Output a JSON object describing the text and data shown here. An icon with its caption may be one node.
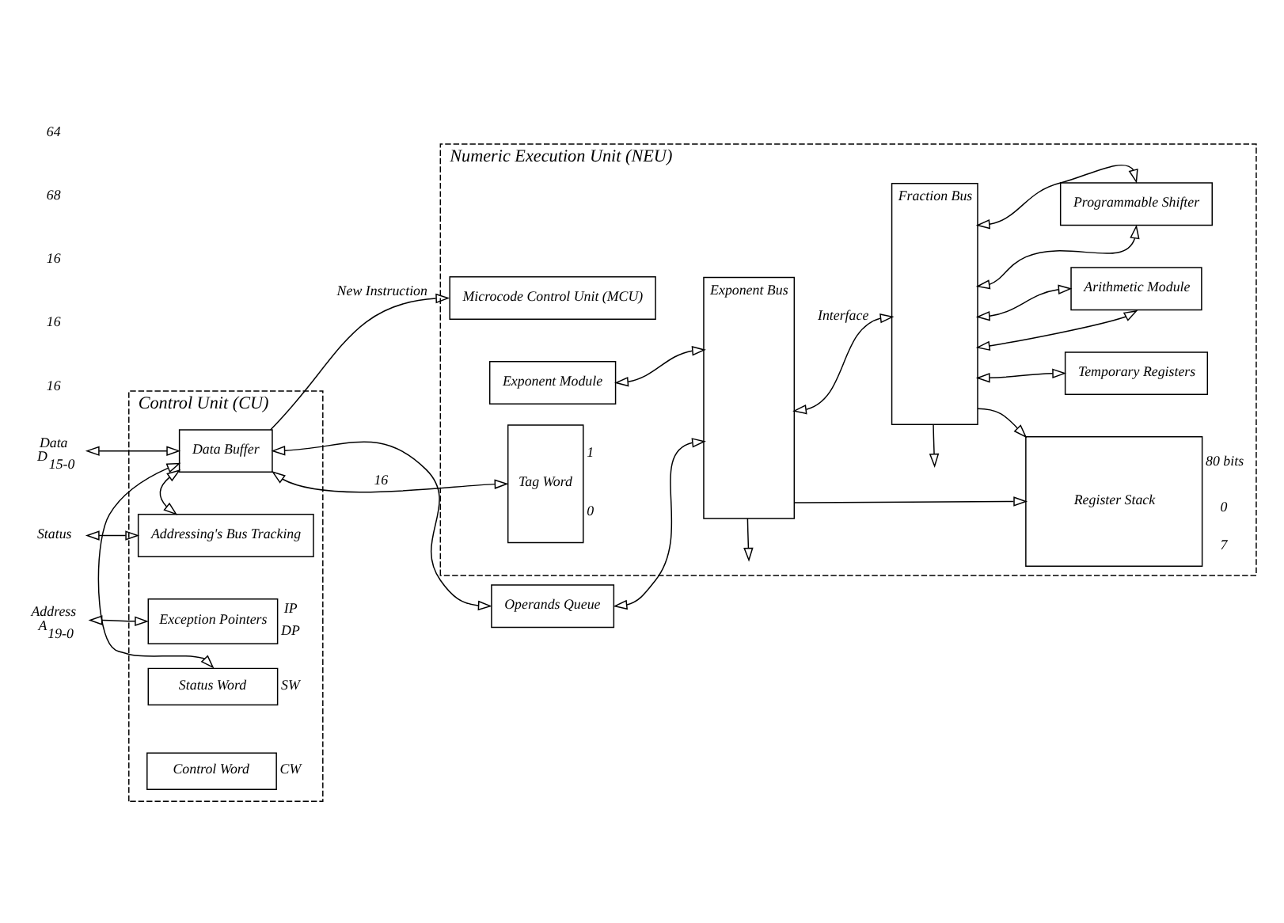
{
  "diagram": {
    "nodes": [
      {
        "text": [
          "Control Unit (CU)"
        ]
      },
      {
        "text": [
          "Control Word"
        ],
        "in": 0,
        "beside": [
          "CW"
        ]
      },
      {
        "text": [
          "Status Word"
        ],
        "in": 0,
        "beside": [
          "SW"
        ]
      },
      {
        "text": [
          "Data Buffer"
        ],
        "in": 0
      },
      {
        "text": [
          "Addressing's Bus Tracking"
        ],
        "in": 0
      },
      {
        "text": [
          "Exception Pointers"
        ],
        "in": 0,
        "beside": [
          "IP",
          "DP"
        ]
      },
      {
        "text": [
          "Numeric Execution Unit (NEU)"
        ]
      },
      {
        "text": [
          "Exponent Module"
        ],
        "in": 6
      },
      {
        "text": [
          "Microcode Control Unit (MCU)"
        ],
        "in": 6
      },
      {
        "text": [
          "Operands Queue"
        ]
      },
      {
        "text": [
          "Exponent Bus"
        ],
        "in": 6
      },
      {
        "text": [
          "Fraction Bus"
        ],
        "in": 6
      },
      {
        "text": [
          "Programmable Shifter"
        ],
        "in": 6
      },
      {
        "text": [
          "Arithmetic Module"
        ],
        "in": 6
      },
      {
        "text": [
          "Temporary Registers"
        ],
        "in": 6
      },
      {
        "text": [
          "Register Stack"
        ],
        "in": 6,
        "beside": [
          "80 bits",
          "0",
          "7"
        ]
      },
      {
        "text": [
          "Tag Word"
        ],
        "in": 6,
        "beside": [
          "1",
          "0"
        ]
      },
      {
        "text": [
          "Data",
          "D$_{15-0}$"
        ]
      },
      {
        "text": [
          "Status"
        ]
      },
      {
        "text": [
          "Address",
          "A$_{19-0}$"
        ]
      }
    ],
    "edges": [
      {
        "from": 2,
        "to": 3,
        "arrow": "both"
      },
      {
        "from": 17,
        "to": 3,
        "arrow": "both"
      },
      {
        "from": 3,
        "to": 8,
        "arrow": "to",
        "label": "New Instruction"
      },
      {
        "from": 3,
        "to": 9,
        "arrow": "both"
      },
      {
        "from": 9,
        "to": 10,
        "arrow": "both"
      },
      {
        "from": 3,
        "to": 4,
        "arrow": "both"
      },
      {
        "from": 3,
        "to": 16,
        "arrow": "both",
        "label": "16"
      },
      {
        "from": 18,
        "to": 4,
        "arrow": "both"
      },
      {
        "from": 19,
        "to": 5,
        "arrow": "both"
      },
      {
        "from": 7,
        "to": 10,
        "arrow": "both"
      },
      {
        "from": 10,
        "to": null,
        "arrow": "to"
      },
      {
        "from": 11,
        "to": null,
        "arrow": "to"
      },
      {
        "from": 10,
        "to": 11,
        "arrow": "both",
        "label": "Interface"
      },
      {
        "from": 10,
        "to": 15,
        "arrow": "to"
      },
      {
        "from": 11,
        "to": 15,
        "arrow": "to"
      },
      {
        "from": 11,
        "to": 12,
        "arrow": "both"
      },
      {
        "from": 11,
        "to": 12,
        "arrow": "both"
      },
      {
        "from": 11,
        "to": 13,
        "arrow": "both"
      },
      {
        "from": 11,
        "to": 13,
        "arrow": "both"
      },
      {
        "from": 11,
        "to": 14,
        "arrow": "both"
      }
    ],
    "labels": [
      "16",
      "16",
      "16",
      "68",
      "64"
    ]
  }
}
